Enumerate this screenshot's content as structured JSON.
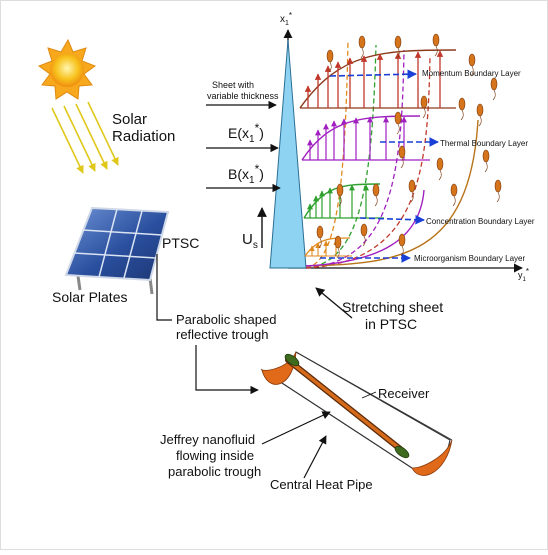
{
  "labels": {
    "solar_radiation_line1": "Solar",
    "solar_radiation_line2": "Radiation",
    "sheet_line1": "Sheet with",
    "sheet_line2": "variable thickness",
    "e_label": "E(x",
    "b_label": "B(x",
    "subscript_one": "1",
    "star": "*",
    "us_main": "U",
    "us_sub": "s",
    "ptsc": "PTSC",
    "solar_plates": "Solar Plates",
    "parabolic_line1": "Parabolic shaped",
    "parabolic_line2": "reflective trough",
    "stretching_line1": "Stretching sheet",
    "stretching_line2": "in PTSC",
    "receiver": "Receiver",
    "jeffrey_line1": "Jeffrey nanofluid",
    "jeffrey_line2": "flowing inside",
    "jeffrey_line3": "parabolic trough",
    "central_pipe": "Central Heat Pipe",
    "x_axis": "x",
    "y_axis": "y"
  },
  "boundary_layers": [
    {
      "name": "Momentum Boundary Layer",
      "color": "#c0392b"
    },
    {
      "name": "Thermal Boundary Layer",
      "color": "#a020c0"
    },
    {
      "name": "Concentration Boundary Layer",
      "color": "#2ea02e"
    },
    {
      "name": "Microorganism Boundary Layer",
      "color": "#e08a1e"
    }
  ],
  "colors": {
    "sun": "#f7c21c",
    "sun_ray": "#e8d81a",
    "sheet_fill": "#8fd3f2",
    "panel": "#2a4f9e",
    "pipe": "#d56a1a",
    "pipe_end": "#3f6b1e",
    "trough_end": "#e06a1a",
    "flow_arrow": "#1a3fd6"
  }
}
